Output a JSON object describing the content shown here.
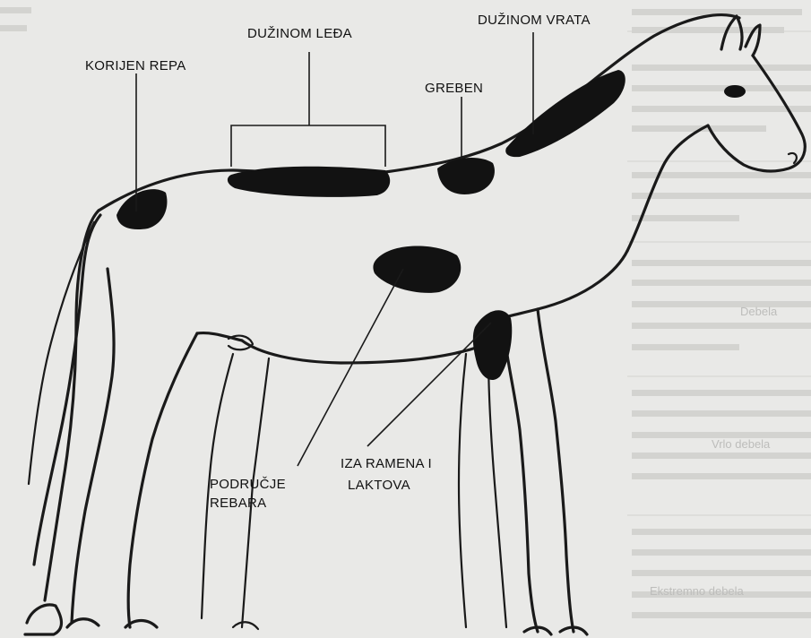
{
  "labels": {
    "korijen_repa": "KORIJEN REPA",
    "duzinom_ledja": "DUŽINOM LEĐA",
    "duzinom_vrata": "DUŽINOM VRATA",
    "greben": "GREBEN",
    "podrucje_rebara_line1": "PODRUČJE",
    "podrucje_rebara_line2": "REBARA",
    "iza_ramena_line1": "IZA RAMENA I",
    "iza_ramena_line2": "LAKTOVA"
  },
  "side_labels": {
    "label_1": "Debela",
    "label_2": "Vrlo debela",
    "label_3": "Ekstremno debela"
  },
  "colors": {
    "paper": "#e9e9e7",
    "ink": "#121212",
    "faded_text": "#bdbdbb"
  }
}
